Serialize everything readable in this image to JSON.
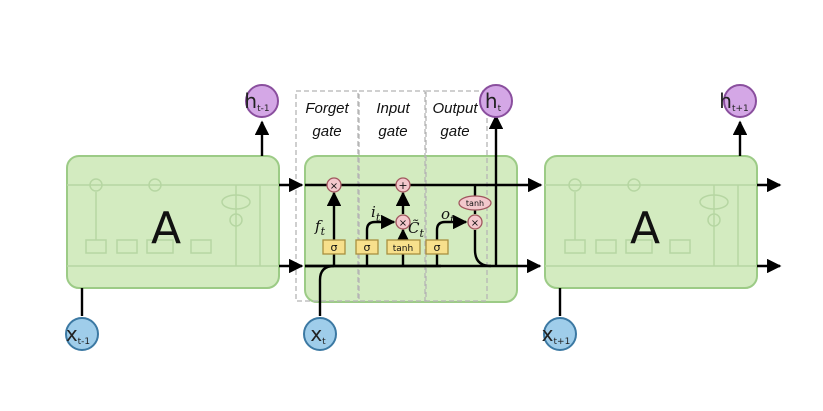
{
  "cells": {
    "prev": {
      "label": "A",
      "input": "x",
      "input_sub": "t-1",
      "output": "h",
      "output_sub": "t-1"
    },
    "curr": {
      "input": "x",
      "input_sub": "t",
      "output": "h",
      "output_sub": "t"
    },
    "next": {
      "label": "A",
      "input": "x",
      "input_sub": "t+1",
      "output": "h",
      "output_sub": "t+1"
    }
  },
  "gates": {
    "forget": {
      "line1": "Forget",
      "line2": "gate"
    },
    "input": {
      "line1": "Input",
      "line2": "gate"
    },
    "output": {
      "line1": "Output",
      "line2": "gate"
    }
  },
  "ops": {
    "sigma": "σ",
    "tanh": "tanh",
    "multiply": "×",
    "add": "+"
  },
  "annotations": {
    "f": "f",
    "f_sub": "t",
    "i": "i",
    "i_sub": "t",
    "c": "C̃",
    "c_sub": "t",
    "o": "o",
    "o_sub": "t"
  },
  "colors": {
    "cell_fill": "#d3ebc0",
    "cell_stroke": "#9ccb86",
    "layer_fill": "#f7e08c",
    "layer_stroke": "#a89040",
    "pointwise_fill": "#f3c8cc",
    "pointwise_stroke": "#a0565e",
    "input_fill": "#9fcdea",
    "input_stroke": "#3c79a3",
    "output_fill": "#d4a7e6",
    "output_stroke": "#8a4f9e",
    "gate_box": "#b5b5b5"
  }
}
